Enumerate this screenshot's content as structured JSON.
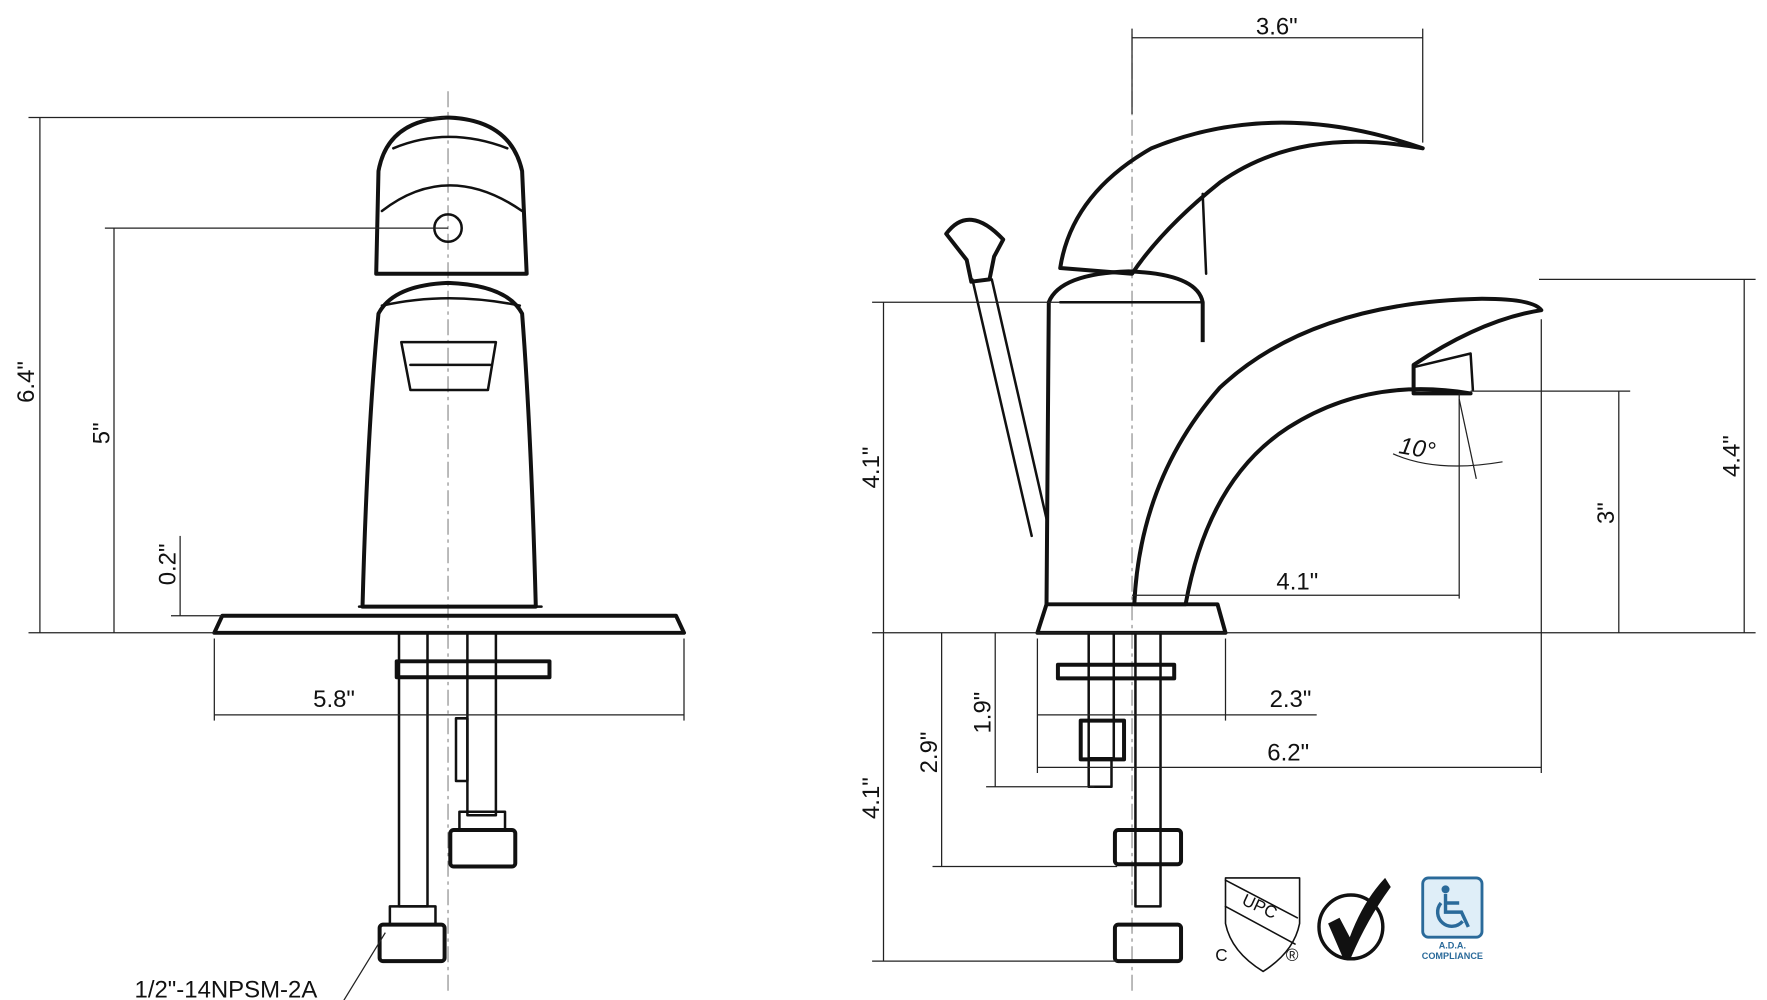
{
  "front_view": {
    "dims": {
      "total_height": "6.4\"",
      "handle_height": "5\"",
      "plate_thickness": "0.2\"",
      "plate_width": "5.8\""
    },
    "thread_callout": "1/2\"-14NPSM-2A"
  },
  "side_view": {
    "dims": {
      "handle_reach": "3.6\"",
      "body_height": "4.1\"",
      "spout_height": "4.4\"",
      "aerator_clearance": "3\"",
      "spray_angle": "10°",
      "spout_reach": "4.1\"",
      "base_to_center": "2.3\"",
      "overall_length": "6.2\"",
      "rod_depth": "1.9\"",
      "shank_depth": "2.9\"",
      "supply_depth": "4.1\""
    }
  },
  "certifications": {
    "upc": {
      "text": "UPC",
      "left": "C",
      "mark": "®"
    },
    "ada": {
      "line1": "A.D.A.",
      "line2": "COMPLIANCE"
    }
  },
  "colors": {
    "line": "#111111",
    "ada_blue": "#2a6a9a"
  }
}
